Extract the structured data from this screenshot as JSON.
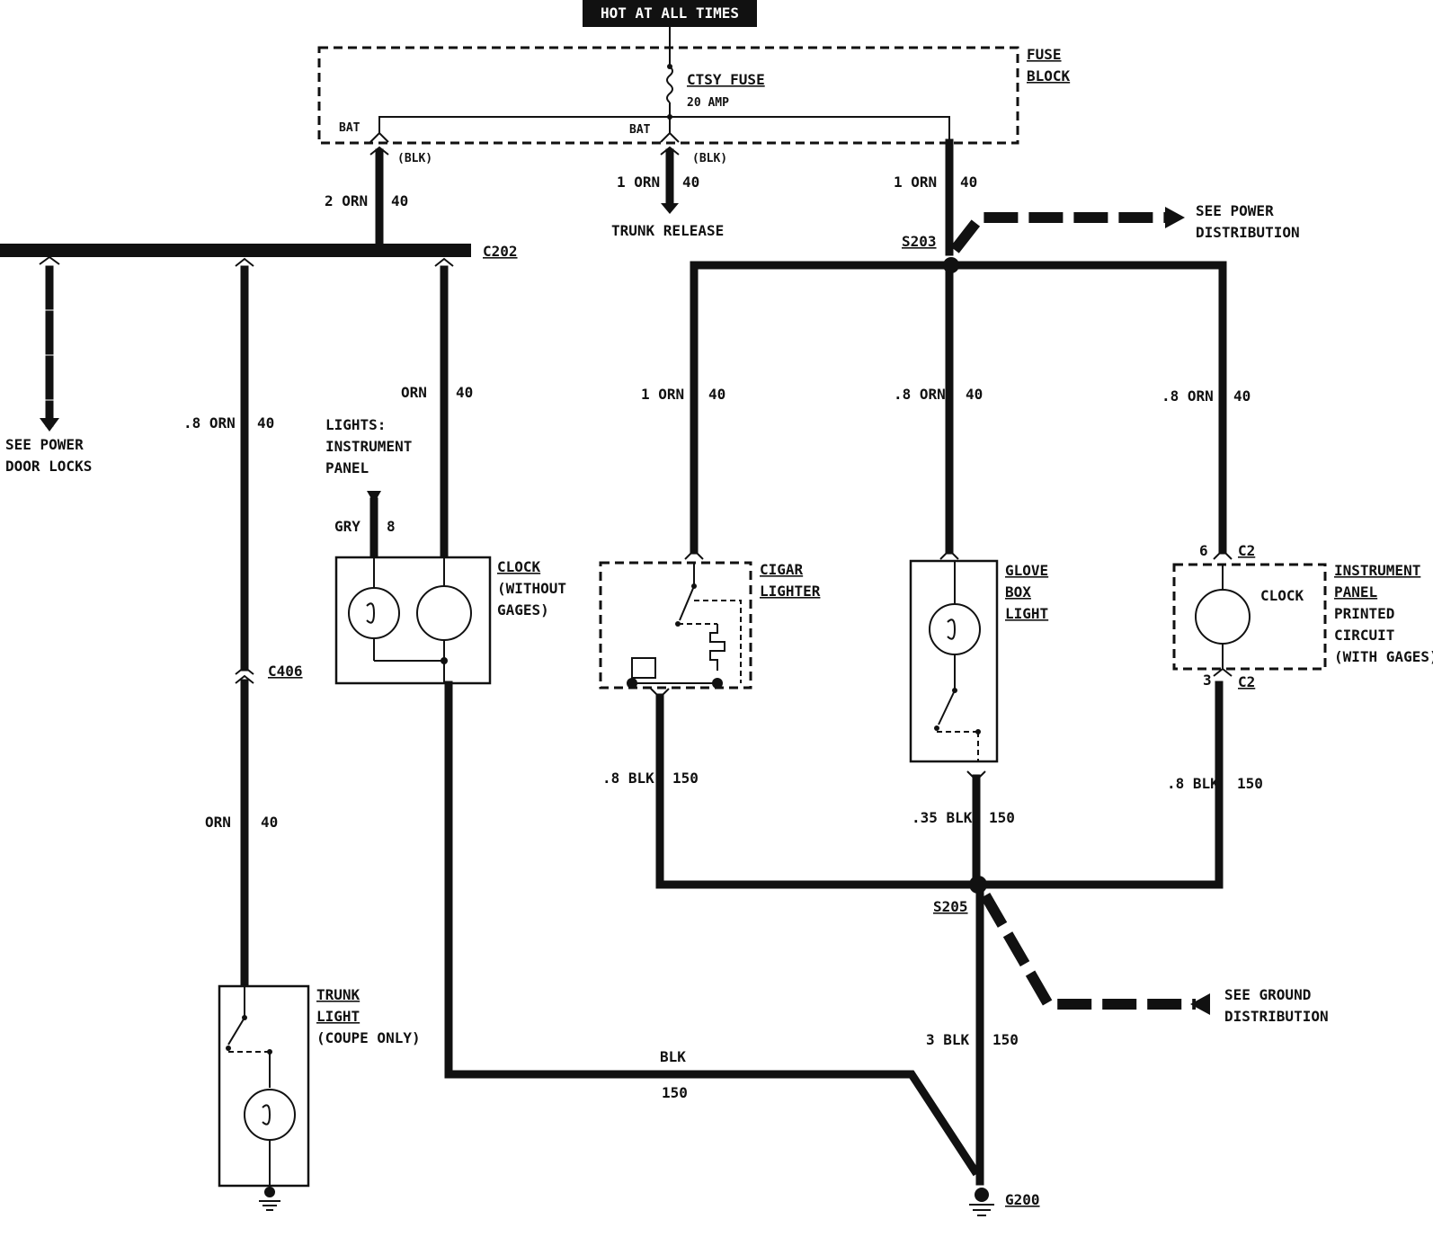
{
  "header": {
    "hot_label": "HOT AT ALL TIMES"
  },
  "fuse_block": {
    "title_line1": "FUSE",
    "title_line2": "BLOCK",
    "fuse_name": "CTSY FUSE",
    "fuse_rating": "20 AMP",
    "bat_left": "BAT",
    "bat_center": "BAT",
    "blk_left": "(BLK)",
    "blk_center": "(BLK)"
  },
  "wires": {
    "w_2orn": "2 ORN",
    "w_2orn_num": "40",
    "w_trunk_rel": "1 ORN",
    "w_trunk_rel_num": "40",
    "w_s203_in": "1 ORN",
    "w_s203_in_num": "40",
    "w_door_lock": "",
    "w_trunk_light": ".8 ORN",
    "w_trunk_light_num": "40",
    "w_clock": "ORN",
    "w_clock_num": "40",
    "w_gry": "GRY",
    "w_gry_num": "8",
    "w_cigar": "1 ORN",
    "w_cigar_num": "40",
    "w_glove": ".8 ORN",
    "w_glove_num": "40",
    "w_ip_clock": ".8 ORN",
    "w_ip_clock_num": "40",
    "w_trunk_light2": "ORN",
    "w_trunk_light2_num": "40",
    "w_cigar_gnd": ".8 BLK",
    "w_cigar_gnd_num": "150",
    "w_glove_gnd": ".35 BLK",
    "w_glove_gnd_num": "150",
    "w_ip_gnd": ".8 BLK",
    "w_ip_gnd_num": "150",
    "w_main_gnd": "3 BLK",
    "w_main_gnd_num": "150",
    "w_clock_gnd": "BLK",
    "w_clock_gnd_num": "150"
  },
  "connectors": {
    "c202": "C202",
    "c406": "C406",
    "s203": "S203",
    "s205": "S205",
    "g200": "G200",
    "c2_top": "C2",
    "c2_top_pin": "6",
    "c2_bot": "C2",
    "c2_bot_pin": "3"
  },
  "refs": {
    "trunk_release": "TRUNK RELEASE",
    "see_power_dist_1": "SEE POWER",
    "see_power_dist_2": "DISTRIBUTION",
    "see_power_locks_1": "SEE POWER",
    "see_power_locks_2": "DOOR LOCKS",
    "see_ground_1": "SEE GROUND",
    "see_ground_2": "DISTRIBUTION",
    "lights_ip_1": "LIGHTS:",
    "lights_ip_2": "INSTRUMENT",
    "lights_ip_3": "PANEL"
  },
  "components": {
    "clock_nogage_1": "CLOCK",
    "clock_nogage_2": "(WITHOUT",
    "clock_nogage_3": "GAGES)",
    "cigar_1": "CIGAR",
    "cigar_2": "LIGHTER",
    "glove_1": "GLOVE",
    "glove_2": "BOX",
    "glove_3": "LIGHT",
    "ip_clock": "CLOCK",
    "ip_1": "INSTRUMENT",
    "ip_2": "PANEL",
    "ip_3": "PRINTED",
    "ip_4": "CIRCUIT",
    "ip_5": "(WITH GAGES)",
    "trunk_1": "TRUNK",
    "trunk_2": "LIGHT",
    "trunk_3": "(COUPE ONLY)"
  }
}
